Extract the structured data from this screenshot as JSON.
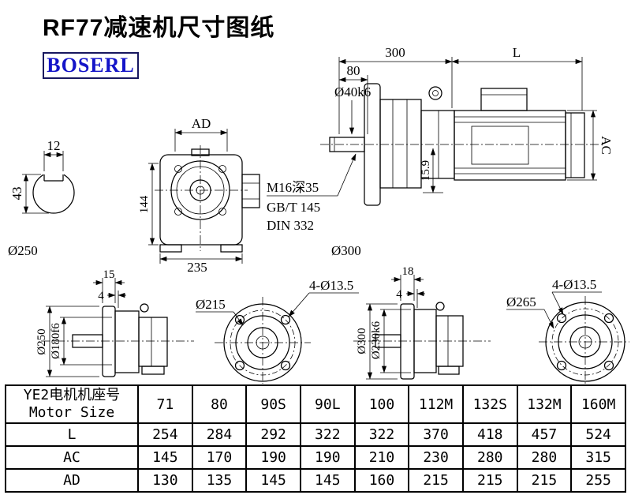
{
  "page": {
    "title": "RF77减速机尺寸图纸",
    "logo": "BOSERL"
  },
  "drawings": {
    "shaft_section": {
      "keyway_width": "12",
      "height": "43"
    },
    "gearbox_front": {
      "ad": "AD",
      "height": "144",
      "width": "235"
    },
    "motor_side": {
      "len300": "300",
      "len_l": "L",
      "len80": "80",
      "shaft_dia": "Ø40k6",
      "ac": "AC",
      "key_depth": "15.9"
    },
    "notes": {
      "tap": "M16深35",
      "gb": "GB/T 145",
      "din": "DIN 332"
    },
    "captions": {
      "left": "Ø250",
      "right": "Ø300"
    },
    "flange_left": {
      "t15": "15",
      "t4": "4",
      "od": "Ø250",
      "spigot": "Ø180f6",
      "bolt_circle": "Ø215",
      "holes": "4-Ø13.5"
    },
    "flange_right": {
      "t18": "18",
      "t4": "4",
      "od": "Ø300",
      "spigot": "Ø230k6",
      "bolt_circle": "Ø265",
      "holes": "4-Ø13.5"
    }
  },
  "table": {
    "header_cn": "YE2电机机座号",
    "header_en": "Motor Size",
    "columns": [
      "71",
      "80",
      "90S",
      "90L",
      "100",
      "112M",
      "132S",
      "132M",
      "160M"
    ],
    "rows": [
      {
        "label": "L",
        "values": [
          "254",
          "284",
          "292",
          "322",
          "322",
          "370",
          "418",
          "457",
          "524"
        ]
      },
      {
        "label": "AC",
        "values": [
          "145",
          "170",
          "190",
          "190",
          "210",
          "230",
          "280",
          "280",
          "315"
        ]
      },
      {
        "label": "AD",
        "values": [
          "130",
          "135",
          "145",
          "145",
          "160",
          "215",
          "215",
          "215",
          "255"
        ]
      }
    ]
  }
}
